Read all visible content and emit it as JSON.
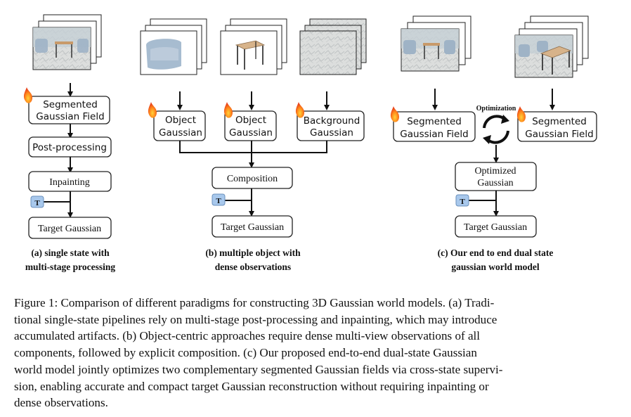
{
  "panel_a": {
    "box_segmented": [
      "Segmented",
      "Gaussian Field"
    ],
    "box_postprocessing": "Post-processing",
    "box_inpainting": "Inpainting",
    "box_target": "Target Gaussian",
    "t_badge": "T",
    "caption": [
      "(a)  single state with",
      "multi-stage processing"
    ]
  },
  "panel_b": {
    "box_object1": [
      "Object",
      "Gaussian"
    ],
    "box_object2": [
      "Object",
      "Gaussian"
    ],
    "box_background": [
      "Background",
      "Gaussian"
    ],
    "box_composition": "Composition",
    "box_target": "Target Gaussian",
    "t_badge": "T",
    "caption": [
      "(b)  multiple object with",
      "dense observations"
    ]
  },
  "panel_c": {
    "box_segmented_left": [
      "Segmented",
      "Gaussian Field"
    ],
    "box_segmented_right": [
      "Segmented",
      "Gaussian Field"
    ],
    "optimization_label": "Optimization",
    "box_optimized": [
      "Optimized",
      "Gaussian"
    ],
    "box_target": "Target Gaussian",
    "t_badge": "T",
    "caption": [
      "(c)  Our end to end dual state",
      "gaussian world model"
    ]
  },
  "caption_lines": [
    "Figure 1: Comparison of different paradigms for constructing 3D Gaussian world models. (a) Tradi-",
    "tional single-state pipelines rely on multi-stage post-processing and inpainting, which may introduce",
    "accumulated artifacts. (b) Object-centric approaches require dense multi-view observations of all",
    "components, followed by explicit composition. (c) Our proposed end-to-end dual-state Gaussian",
    "world model jointly optimizes two complementary segmented Gaussian fields via cross-state supervi-",
    "sion, enabling accurate and compact target Gaussian reconstruction without requiring inpainting or",
    "dense observations."
  ]
}
